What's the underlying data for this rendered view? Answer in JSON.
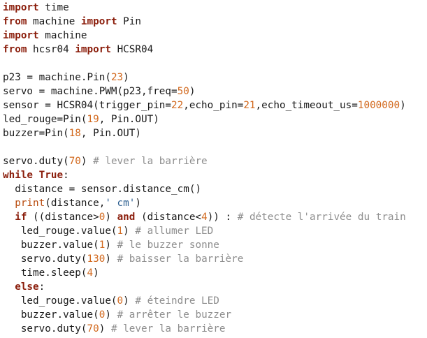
{
  "editor": {
    "colors": {
      "background": "#ffffff",
      "text": "#1a1a1a",
      "keyword": "#8b1e0c",
      "number": "#d2691e",
      "string": "#2a5d8f",
      "comment": "#8e8e8e",
      "builtin": "#b84a0c"
    },
    "lines": [
      [
        [
          "kw",
          "import"
        ],
        [
          "plain",
          " time"
        ]
      ],
      [
        [
          "kw",
          "from"
        ],
        [
          "plain",
          " machine "
        ],
        [
          "kw",
          "import"
        ],
        [
          "plain",
          " Pin"
        ]
      ],
      [
        [
          "kw",
          "import"
        ],
        [
          "plain",
          " machine"
        ]
      ],
      [
        [
          "kw",
          "from"
        ],
        [
          "plain",
          " hcsr04 "
        ],
        [
          "kw",
          "import"
        ],
        [
          "plain",
          " HCSR04"
        ]
      ],
      [],
      [
        [
          "plain",
          "p23 = machine.Pin("
        ],
        [
          "num",
          "23"
        ],
        [
          "plain",
          ")"
        ]
      ],
      [
        [
          "plain",
          "servo = machine.PWM(p23,freq="
        ],
        [
          "num",
          "50"
        ],
        [
          "plain",
          ")"
        ]
      ],
      [
        [
          "plain",
          "sensor = HCSR04(trigger_pin="
        ],
        [
          "num",
          "22"
        ],
        [
          "plain",
          ",echo_pin="
        ],
        [
          "num",
          "21"
        ],
        [
          "plain",
          ",echo_timeout_us="
        ],
        [
          "num",
          "1000000"
        ],
        [
          "plain",
          ")"
        ]
      ],
      [
        [
          "plain",
          "led_rouge=Pin("
        ],
        [
          "num",
          "19"
        ],
        [
          "plain",
          ", Pin.OUT)"
        ]
      ],
      [
        [
          "plain",
          "buzzer=Pin("
        ],
        [
          "num",
          "18"
        ],
        [
          "plain",
          ", Pin.OUT)"
        ]
      ],
      [],
      [
        [
          "plain",
          "servo.duty("
        ],
        [
          "num",
          "70"
        ],
        [
          "plain",
          ") "
        ],
        [
          "com",
          "# lever la barrière"
        ]
      ],
      [
        [
          "kw",
          "while"
        ],
        [
          "plain",
          " "
        ],
        [
          "kw",
          "True"
        ],
        [
          "plain",
          ":"
        ]
      ],
      [
        [
          "plain",
          "  distance = sensor.distance_cm()"
        ]
      ],
      [
        [
          "plain",
          "  "
        ],
        [
          "bi",
          "print"
        ],
        [
          "plain",
          "(distance,"
        ],
        [
          "str",
          "' cm'"
        ],
        [
          "plain",
          ")"
        ]
      ],
      [
        [
          "plain",
          "  "
        ],
        [
          "kw",
          "if"
        ],
        [
          "plain",
          " ((distance>"
        ],
        [
          "num",
          "0"
        ],
        [
          "plain",
          ") "
        ],
        [
          "kw",
          "and"
        ],
        [
          "plain",
          " (distance<"
        ],
        [
          "num",
          "4"
        ],
        [
          "plain",
          ")) : "
        ],
        [
          "com",
          "# détecte l'arrivée du train"
        ]
      ],
      [
        [
          "plain",
          "   led_rouge.value("
        ],
        [
          "num",
          "1"
        ],
        [
          "plain",
          ") "
        ],
        [
          "com",
          "# allumer LED"
        ]
      ],
      [
        [
          "plain",
          "   buzzer.value("
        ],
        [
          "num",
          "1"
        ],
        [
          "plain",
          ") "
        ],
        [
          "com",
          "# le buzzer sonne"
        ]
      ],
      [
        [
          "plain",
          "   servo.duty("
        ],
        [
          "num",
          "130"
        ],
        [
          "plain",
          ") "
        ],
        [
          "com",
          "# baisser la barrière"
        ]
      ],
      [
        [
          "plain",
          "   time.sleep("
        ],
        [
          "num",
          "4"
        ],
        [
          "plain",
          ")"
        ]
      ],
      [
        [
          "plain",
          "  "
        ],
        [
          "kw",
          "else"
        ],
        [
          "plain",
          ":"
        ]
      ],
      [
        [
          "plain",
          "   led_rouge.value("
        ],
        [
          "num",
          "0"
        ],
        [
          "plain",
          ") "
        ],
        [
          "com",
          "# éteindre LED"
        ]
      ],
      [
        [
          "plain",
          "   buzzer.value("
        ],
        [
          "num",
          "0"
        ],
        [
          "plain",
          ") "
        ],
        [
          "com",
          "# arrêter le buzzer"
        ]
      ],
      [
        [
          "plain",
          "   servo.duty("
        ],
        [
          "num",
          "70"
        ],
        [
          "plain",
          ") "
        ],
        [
          "com",
          "# lever la barrière"
        ]
      ]
    ]
  }
}
